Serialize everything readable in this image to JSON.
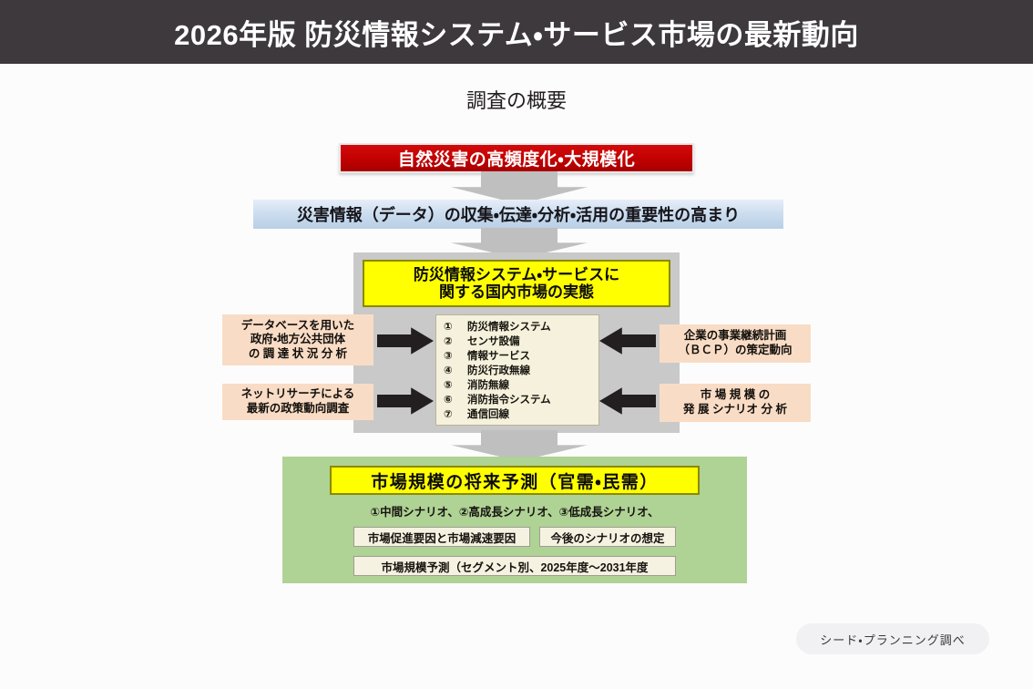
{
  "header": {
    "title": "2026年版 防災情報システム・サービス市場の最新動向",
    "bar_color": "#3e393d"
  },
  "subtitle": "調査の概要",
  "flow": {
    "trigger_box": {
      "text": "自然災害の高頻度化・大規模化",
      "color": "#c10000"
    },
    "consequence_box": {
      "text": "災害情報（データ）の収集・伝達・分析・活用の重要性の高まり",
      "color": "#cbdcee"
    },
    "focus_box": {
      "line1": "防災情報システム・サービスに",
      "line2": "関する国内市場の実態",
      "color": "#ffff00"
    },
    "segments": [
      {
        "num": "①",
        "label": "防災情報システム"
      },
      {
        "num": "②",
        "label": "センサ設備"
      },
      {
        "num": "③",
        "label": "情報サービス"
      },
      {
        "num": "④",
        "label": "防災行政無線"
      },
      {
        "num": "⑤",
        "label": "消防無線"
      },
      {
        "num": "⑥",
        "label": "消防指令システム"
      },
      {
        "num": "⑦",
        "label": "通信回線"
      }
    ],
    "left_inputs": [
      {
        "line1": "データベースを用いた",
        "line2": "政府・地方公共団体",
        "line3": "の 調 達 状 況 分 析"
      },
      {
        "line1": "ネットリサーチによる",
        "line2": "最新の政策動向調査",
        "line3": ""
      }
    ],
    "right_inputs": [
      {
        "line1": "企業の事業継続計画",
        "line2": "（ＢＣＰ）の策定動向",
        "line3": ""
      },
      {
        "line1": "市 場 規 模 の",
        "line2": "発 展 シナリオ 分 析",
        "line3": ""
      }
    ]
  },
  "forecast": {
    "title": "市場規模の将来予測（官需・民需）",
    "scenarios_line": "①中間シナリオ、②高成長シナリオ、③低成長シナリオ、",
    "sub_items": [
      "市場促進要因と市場減速要因",
      "今後のシナリオの想定",
      "市場規模予測（セグメント別、2025年度～2031年度"
    ],
    "panel_color": "#afd295"
  },
  "footer": {
    "source": "シード・プランニング調べ"
  }
}
